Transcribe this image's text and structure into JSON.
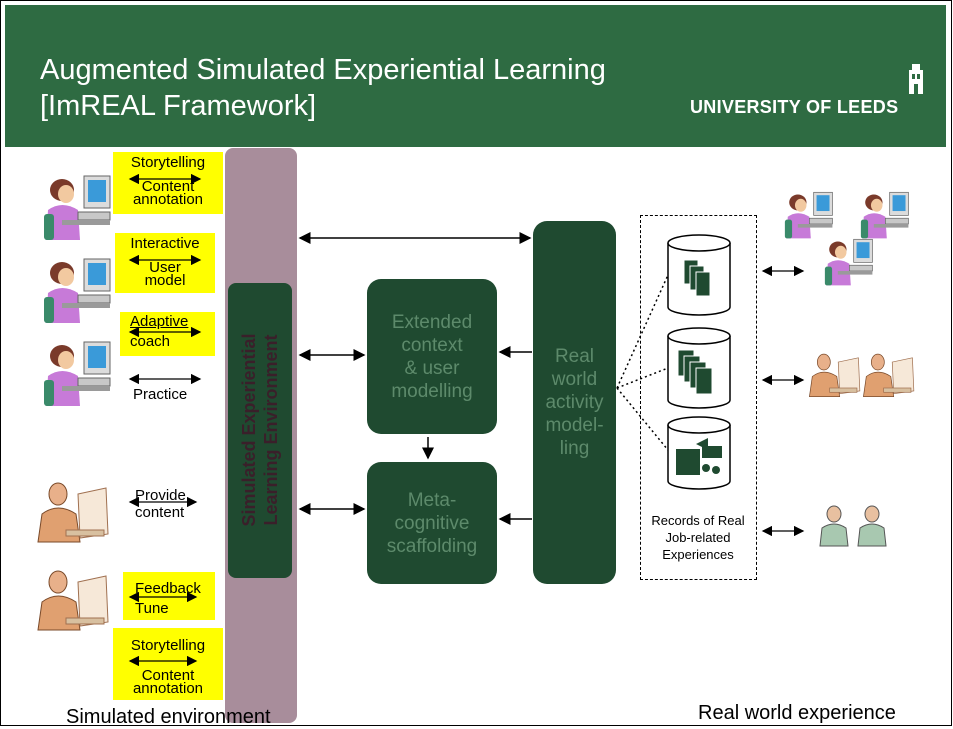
{
  "header": {
    "title_line1": "Augmented Simulated Experiential Learning",
    "title_line2": "[ImREAL Framework]",
    "university": "UNIVERSITY OF LEEDS"
  },
  "left_labels": {
    "storytelling_top": "Storytelling",
    "content_annotation_top_1": "Content",
    "content_annotation_top_2": "annotation",
    "interactive": "Interactive",
    "user_model_1": "User",
    "user_model_2": "model",
    "adaptive": "Adaptive",
    "coach": "coach",
    "practice": "Practice",
    "provide": "Provide",
    "content": "content",
    "feedback": "Feedback",
    "tune": "Tune",
    "storytelling_bottom": "Storytelling",
    "content_annotation_bottom_1": "Content",
    "content_annotation_bottom_2": "annotation"
  },
  "sele": {
    "line1": "Simulated Experiential",
    "line2": "Learning Environment"
  },
  "modules": {
    "context_1": "Extended",
    "context_2": "context",
    "context_3": "& user",
    "context_4": "modelling",
    "meta_1": "Meta-",
    "meta_2": "cognitive",
    "meta_3": "scaffolding",
    "real_1": "Real",
    "real_2": "world",
    "real_3": "activity",
    "real_4": "model-",
    "real_5": "ling"
  },
  "records": {
    "line1": "Records of Real",
    "line2": "Job-related",
    "line3": "Experiences"
  },
  "footer": {
    "simulated": "Simulated environment",
    "real": "Real world experience"
  },
  "colors": {
    "header_green": "#2e6b42",
    "dark_green": "#1f4a30",
    "module_text": "#5d8a6b",
    "purple_bar": "#a88d9b",
    "highlight": "#ffff00"
  }
}
